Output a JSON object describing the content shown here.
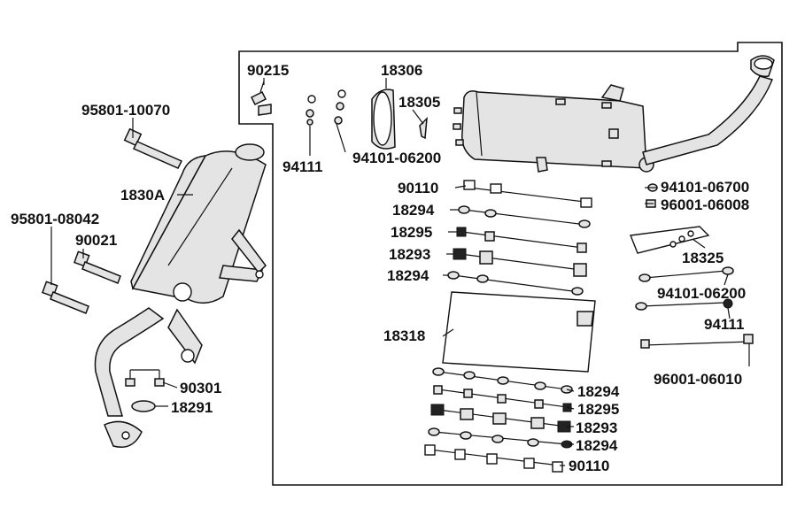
{
  "labels": {
    "l95801_10070": "95801-10070",
    "l1830A": "1830A",
    "l95801_08042": "95801-08042",
    "l90021": "90021",
    "l90301": "90301",
    "l18291": "18291",
    "l90215": "90215",
    "l18306": "18306",
    "l18305": "18305",
    "l94111_top": "94111",
    "l94101_06200_top": "94101-06200",
    "l90110_top": "90110",
    "l18294_a": "18294",
    "l18295_a": "18295",
    "l18293_a": "18293",
    "l18294_b": "18294",
    "l18318": "18318",
    "l94101_06700": "94101-06700",
    "l96001_06008": "96001-06008",
    "l18325": "18325",
    "l94101_06200_right": "94101-06200",
    "l94111_right": "94111",
    "l96001_06010": "96001-06010",
    "l18294_c": "18294",
    "l18295_b": "18295",
    "l18293_b": "18293",
    "l18294_d": "18294",
    "l90110_bottom": "90110"
  }
}
